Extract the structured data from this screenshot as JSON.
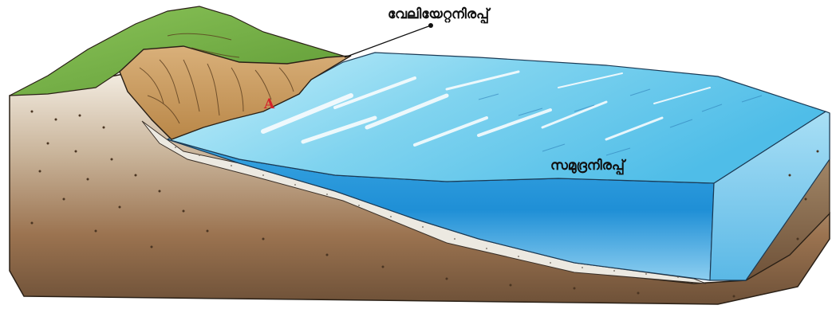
{
  "labels": {
    "high_tide_line": "വേലിയേറ്റനിരപ്പ്",
    "sea_level": "സമുദ്രനിരപ്പ്",
    "point_a": "A"
  },
  "colors": {
    "soil": "#9b7350",
    "soil_dark": "#6e5138",
    "sand": "#ece9e1",
    "cliff": "#c9995e",
    "grass": "#7bb54a",
    "water_light": "#8ddcf0",
    "water_deep": "#1f8fd6",
    "marker": "#d4232b"
  }
}
